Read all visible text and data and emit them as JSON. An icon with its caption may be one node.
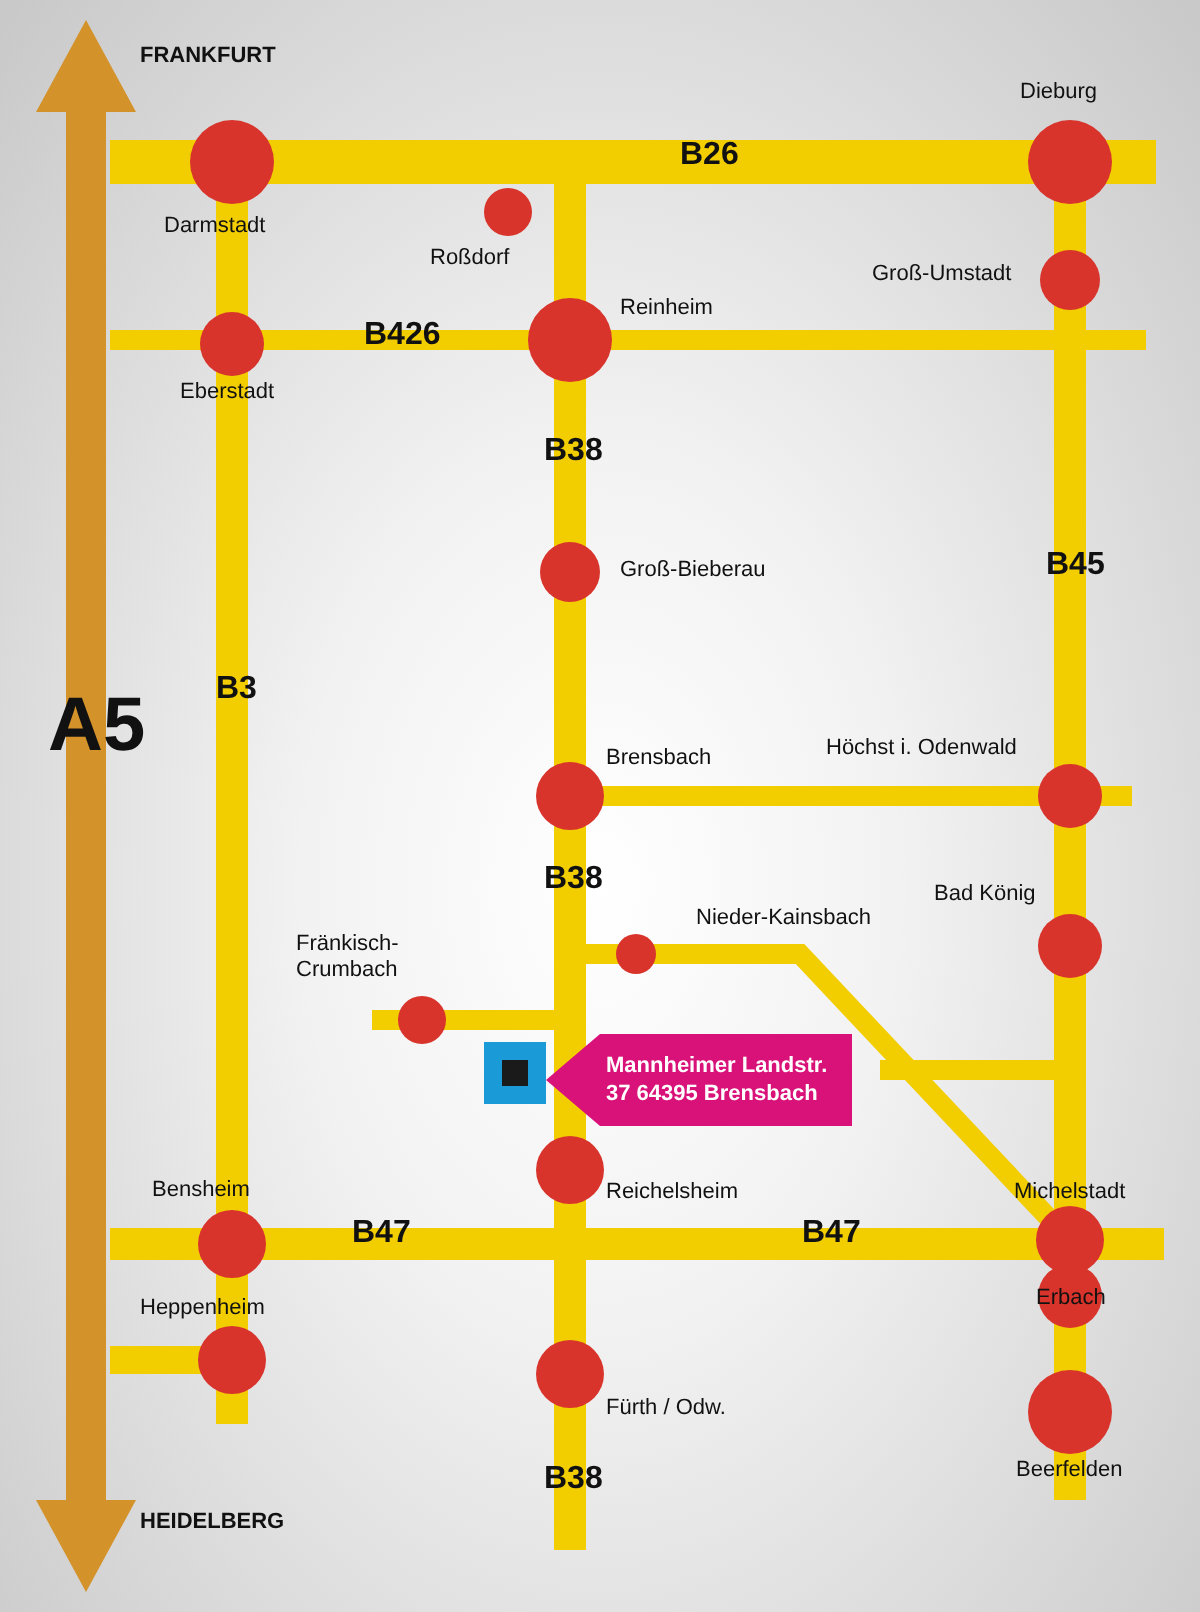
{
  "diagram": {
    "nodes": [
      {
        "text": [
          "Mannheimer Landstr. 37 64395 Brensbach"
        ]
      },
      {
        "text": [],
        "shape": "box"
      }
    ],
    "labels": [
      "FRANKFURT",
      "Dieburg",
      "Darmstadt",
      "B26",
      "Roßdorf",
      "Groß-Umstadt",
      "Reinheim",
      "B426",
      "Eberstadt",
      "B38",
      "Groß-Bieberau",
      "B45",
      "A5",
      "B3",
      "Brensbach",
      "Höchst i. Odenwald",
      "B38",
      "Nieder-Kainsbach",
      "Bad König",
      "Fränkisch-Crumbach",
      "Bensheim",
      "Reichelsheim",
      "Michelstadt",
      "B47",
      "B47",
      "Erbach",
      "Heppenheim",
      "Fürth / Odw.",
      "B38",
      "Beerfelden",
      "HEIDELBERG"
    ]
  }
}
